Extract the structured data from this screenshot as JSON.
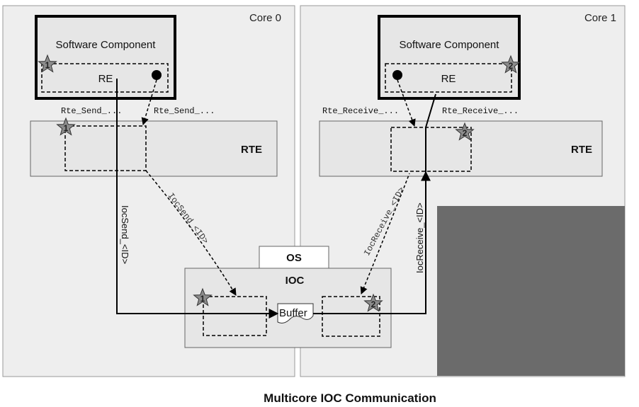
{
  "diagram": {
    "caption": "Multicore IOC Communication",
    "cores": [
      {
        "label": "Core 0"
      },
      {
        "label": "Core 1"
      }
    ],
    "software_components": [
      {
        "title": "Software Component",
        "runnable": "RE"
      },
      {
        "title": "Software Component",
        "runnable": "RE"
      }
    ],
    "rte": [
      {
        "label": "RTE"
      },
      {
        "label": "RTE"
      }
    ],
    "os_label": "OS",
    "ioc_label": "IOC",
    "buffer_label": "Buffer",
    "api_labels": {
      "rte_send_solid": "Rte_Send_...",
      "rte_send_dashed": "Rte_Send_...",
      "rte_receive_dashed": "Rte_Receive_...",
      "rte_receive_solid": "Rte_Receive_...",
      "ioc_send_solid": "IocSend_<ID>",
      "ioc_send_dashed": "IocSend_<ID>",
      "ioc_receive_dashed": "IocReceive_<ID>",
      "ioc_receive_solid": "IocReceive_<ID>"
    },
    "star_markers": [
      "1",
      "1",
      "1",
      "2",
      "2",
      "2"
    ],
    "colors": {
      "core_background": "#eeeeee",
      "box_fill": "#e6e6e6",
      "star_fill": "#8c8c8c",
      "occluded_area": "#6b6b6b"
    }
  }
}
